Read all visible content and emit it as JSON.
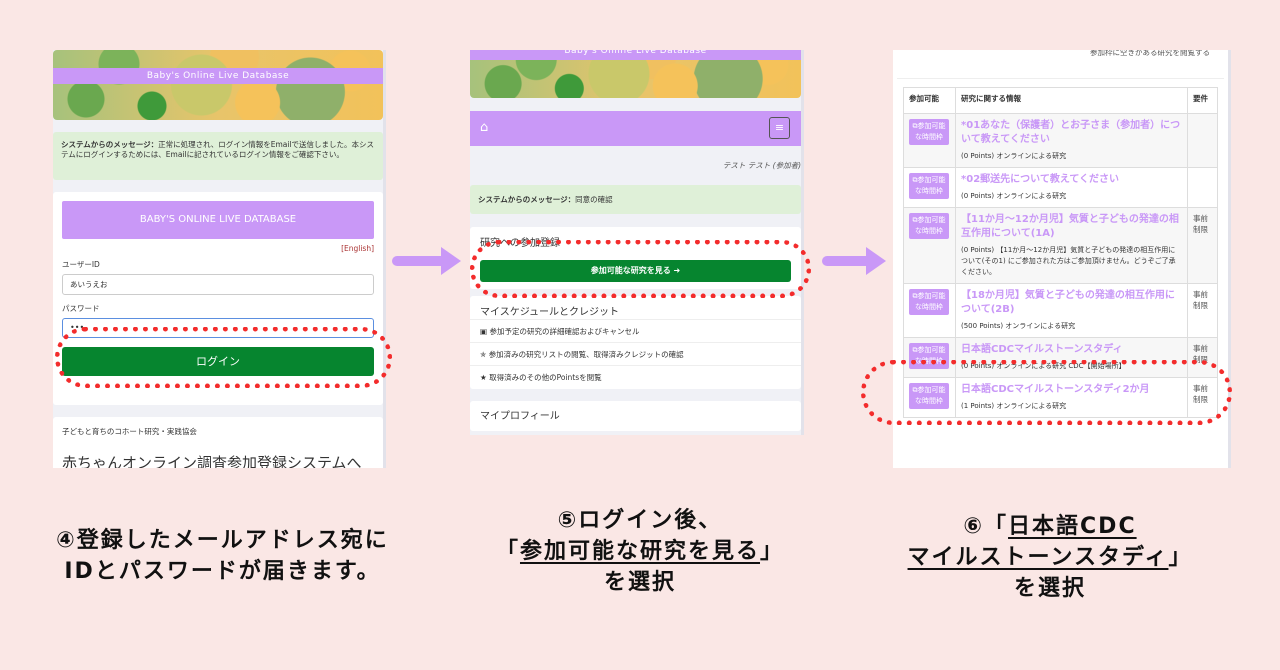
{
  "panel1": {
    "banner_title": "Baby's Online Live Database",
    "message_label": "システムからのメッセージ：",
    "message_text": "正常に処理され、ログイン情報をEmailで送信しました。本システムにログインするためには、Emailに記されているログイン情報をご確認下さい。",
    "form_title": "BABY'S ONLINE LIVE DATABASE",
    "english_link": "[English]",
    "userid_label": "ユーザーID",
    "userid_value": "あいうえお",
    "password_label": "パスワード",
    "password_value": "•••",
    "login_button": "ログイン",
    "org_name": "子どもと育ちのコホート研究・実践協会",
    "welcome": "赤ちゃんオンライン調査参加登録システムへようこそ"
  },
  "panel2": {
    "banner_title": "Baby's Online Live Database",
    "user_name": "テスト テスト (参加者)",
    "message_label": "システムからのメッセージ：",
    "message_text": "同意の確認",
    "section_title": "研究への参加登録",
    "view_studies_button": "参加可能な研究を見る",
    "schedule_title": "マイスケジュールとクレジット",
    "schedule_items": [
      {
        "icon": "edit-icon",
        "label": "参加予定の研究の詳細確認およびキャンセル"
      },
      {
        "icon": "star-half-icon",
        "label": "参加済みの研究リストの閲覧、取得済みクレジットの確認"
      },
      {
        "icon": "star-icon",
        "label": "取得済みのその他のPointsを閲覧"
      }
    ],
    "profile_title": "マイプロフィール"
  },
  "panel3": {
    "top_text": "参加枠に空きがある研究を閲覧する",
    "headers": [
      "参加可能",
      "研究に関する情報",
      "要件"
    ],
    "button_label": "参加可能な時間枠",
    "rows": [
      {
        "title": "*01あなた（保護者）とお子さま（参加者）について教えてください",
        "desc": "(0 Points) オンラインによる研究",
        "req": ""
      },
      {
        "title": "*02郵送先について教えてください",
        "desc": "(0 Points) オンラインによる研究",
        "req": ""
      },
      {
        "title": "【11か月〜12か月児】気質と子どもの発達の相互作用について(1A)",
        "desc": "(0 Points) 【11か月〜12か月児】気質と子どもの発達の相互作用について(その1) にご参加された方はご参加頂けません。どうぞご了承ください。",
        "req": "事前制限"
      },
      {
        "title": "【18か月児】気質と子どもの発達の相互作用について(2B)",
        "desc": "(500 Points) オンラインによる研究",
        "req": "事前制限"
      },
      {
        "title": "日本語CDCマイルストーンスタディ",
        "desc": "(0 Points) オンラインによる研究 CDC【開始場所】",
        "req": "事前制限"
      },
      {
        "title": "日本語CDCマイルストーンスタディ2か月",
        "desc": "(1 Points) オンラインによる研究",
        "req": "事前制限"
      }
    ]
  },
  "captions": {
    "step4_line1": "④登録したメールアドレス宛に",
    "step4_line2": "IDとパスワードが届きます。",
    "step5_line1": "⑤ログイン後、",
    "step5_open": "「",
    "step5_link": "参加可能な研究を見る",
    "step5_close": "」",
    "step5_line3": "を選択",
    "step6_prefix": "⑥「",
    "step6_link1": "日本語CDC",
    "step6_link2": "マイルストーンスタディ",
    "step6_close": "」",
    "step6_line3": "を選択"
  },
  "colors": {
    "accent": "#c998f7",
    "primary": "#06852f",
    "highlight": "#f32c2c",
    "background": "#fae7e5"
  }
}
